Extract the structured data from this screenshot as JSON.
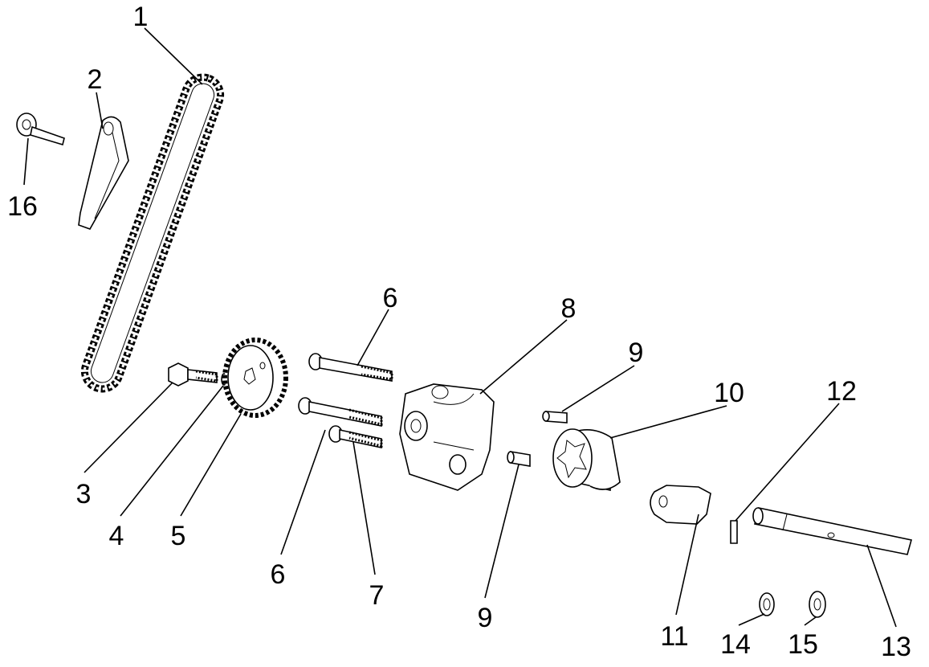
{
  "diagram": {
    "title": "Oil pump and timing chain exploded view",
    "callouts": [
      {
        "id": "c1",
        "number": "1"
      },
      {
        "id": "c2",
        "number": "2"
      },
      {
        "id": "c16",
        "number": "16"
      },
      {
        "id": "c6a",
        "number": "6"
      },
      {
        "id": "c8",
        "number": "8"
      },
      {
        "id": "c9a",
        "number": "9"
      },
      {
        "id": "c10",
        "number": "10"
      },
      {
        "id": "c12",
        "number": "12"
      },
      {
        "id": "c3",
        "number": "3"
      },
      {
        "id": "c4",
        "number": "4"
      },
      {
        "id": "c5",
        "number": "5"
      },
      {
        "id": "c6b",
        "number": "6"
      },
      {
        "id": "c7",
        "number": "7"
      },
      {
        "id": "c9b",
        "number": "9"
      },
      {
        "id": "c11",
        "number": "11"
      },
      {
        "id": "c14",
        "number": "14"
      },
      {
        "id": "c15",
        "number": "15"
      },
      {
        "id": "c13",
        "number": "13"
      }
    ]
  }
}
